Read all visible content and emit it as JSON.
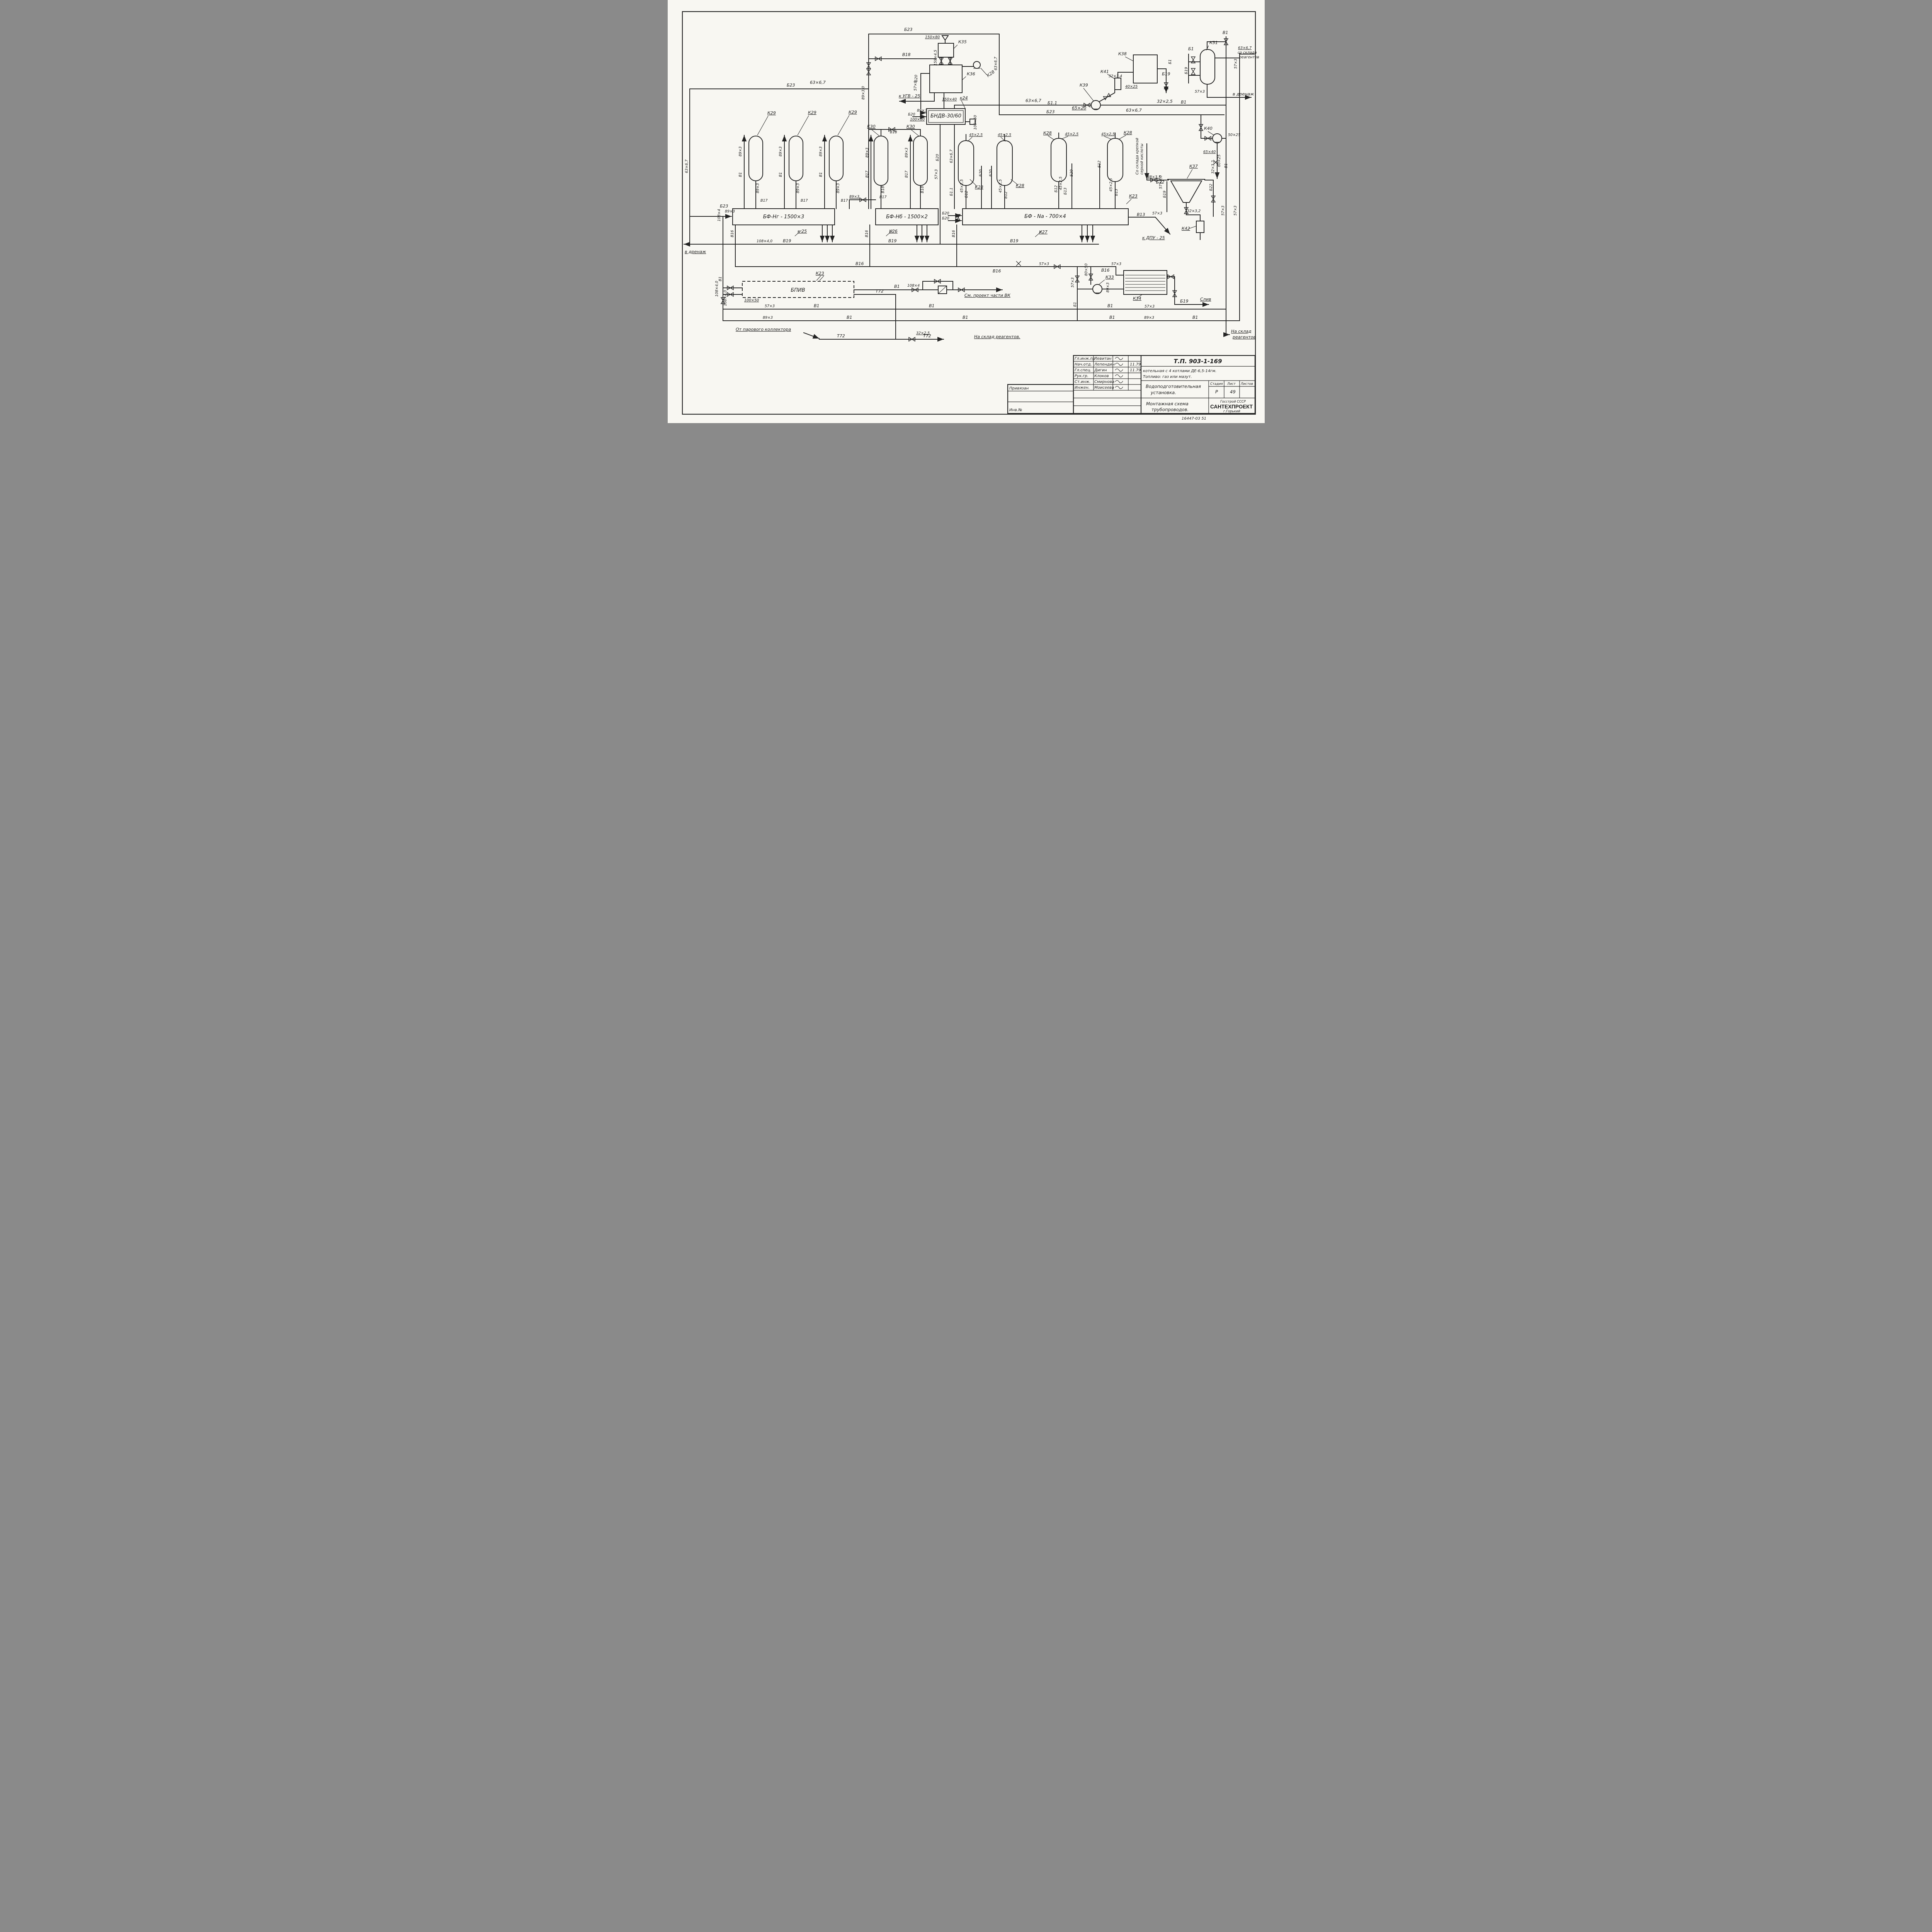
{
  "d": {
    "doc_number": "Т.П. 903-1-169",
    "project1": "котельная с 4 котлами ДЕ-6,5-14гм.",
    "project2": "Топливо: газ или мазут.",
    "obj1": "Водоподготовительная",
    "obj2": "установка.",
    "t1": "Монтажная  схема",
    "t2": "трубопроводов.",
    "stage_label": "Стадия",
    "sheet_label": "Лист",
    "sheets_label": "Листов",
    "stage": "Р",
    "sheet": "49",
    "org1": "Госстрой СССР",
    "org2": "САНТЕХПРОЕКТ",
    "org3": "г.Горький",
    "binding": "Привязан",
    "inv": "Инв.№",
    "footer": "16447-03    51",
    "staff": [
      {
        "role": "Гл.инж.пр",
        "name": "Левитан",
        "date": ""
      },
      {
        "role": "Нач.отд.",
        "name": "Лепендин",
        "date": "11.79"
      },
      {
        "role": "Гл.спец.",
        "name": "Дигин",
        "date": "11.79"
      },
      {
        "role": "Рук.гр.",
        "name": "Клоков",
        "date": ""
      },
      {
        "role": "Ст.инж.",
        "name": "Смирнова",
        "date": ""
      },
      {
        "role": "Инжен.",
        "name": "Моисеева",
        "date": ""
      }
    ]
  },
  "e": {
    "k23": "К23",
    "k24": "к24",
    "k25": "к 25",
    "k26": "К26",
    "k27": "К27",
    "k28": "К28",
    "k29": "К29",
    "k30": "К30",
    "k31": "К31",
    "k33": "К33",
    "k34": "К34",
    "k35": "К35",
    "k36": "К36",
    "k37": "К37",
    "k38": "К38",
    "k39": "К39",
    "k40": "К40",
    "k41": "К41",
    "k42": "К42",
    "bndv": "БНДВ-30/60",
    "bf_ng": "БФ-Нг - 1500×3",
    "bf_nb": "БФ-Нб - 1500×2",
    "bf_na": "БФ - Nа - 700×4",
    "bpiv": "БПИВ"
  },
  "l": {
    "b1": "Б1",
    "b11": "Б1.1",
    "b12": "Б12",
    "b13": "Б13",
    "b19": "Б19",
    "b20": "Б20",
    "b22": "Б22",
    "b23": "Б23",
    "v1": "В1",
    "v13": "В13",
    "v16": "В16",
    "v17": "В17",
    "v18": "В18",
    "v19": "В19",
    "t72": "Т72"
  },
  "s": {
    "s63_67": "63×6,7",
    "s57_3": "57×3",
    "s57_30": "57×3,0",
    "s57_8": "57×8",
    "s89_3": "89×3",
    "s89_30": "89×3,0",
    "s108_4": "108×4",
    "s108_40": "108×4,0",
    "s100_80": "100×80",
    "s100_50": "100×50",
    "s150_80": "150×80",
    "s150_40": "150×40",
    "s159_45": "159×4,5",
    "s32_25": "32×2,5",
    "s32_32": "32×3,2",
    "s32_34": "32×3,4",
    "s40_25": "40×25",
    "s45_25": "45×2,5",
    "s48_35": "48×3,5",
    "s50_25": "50×25",
    "s60_25": "60×25",
    "s65_20": "65×20",
    "s65_40": "65×40",
    "s80_50": "80×50"
  },
  "n": {
    "to_ugv": "к УГВ - 25",
    "to_dpu": "к ДПУ - 25",
    "drain": "в дренаж",
    "acid1": "Со склада крепкой",
    "acid2": "серной кислоты",
    "store1": "со склада",
    "store2": "реагентов",
    "to_reagents": "На  склад  реагентов.",
    "to_store1": "На склад",
    "to_store2": "реагентов",
    "from_steam": "От парового  коллектора",
    "see_vk": "См.  проект  части  ВК",
    "sliv": "Слив"
  }
}
